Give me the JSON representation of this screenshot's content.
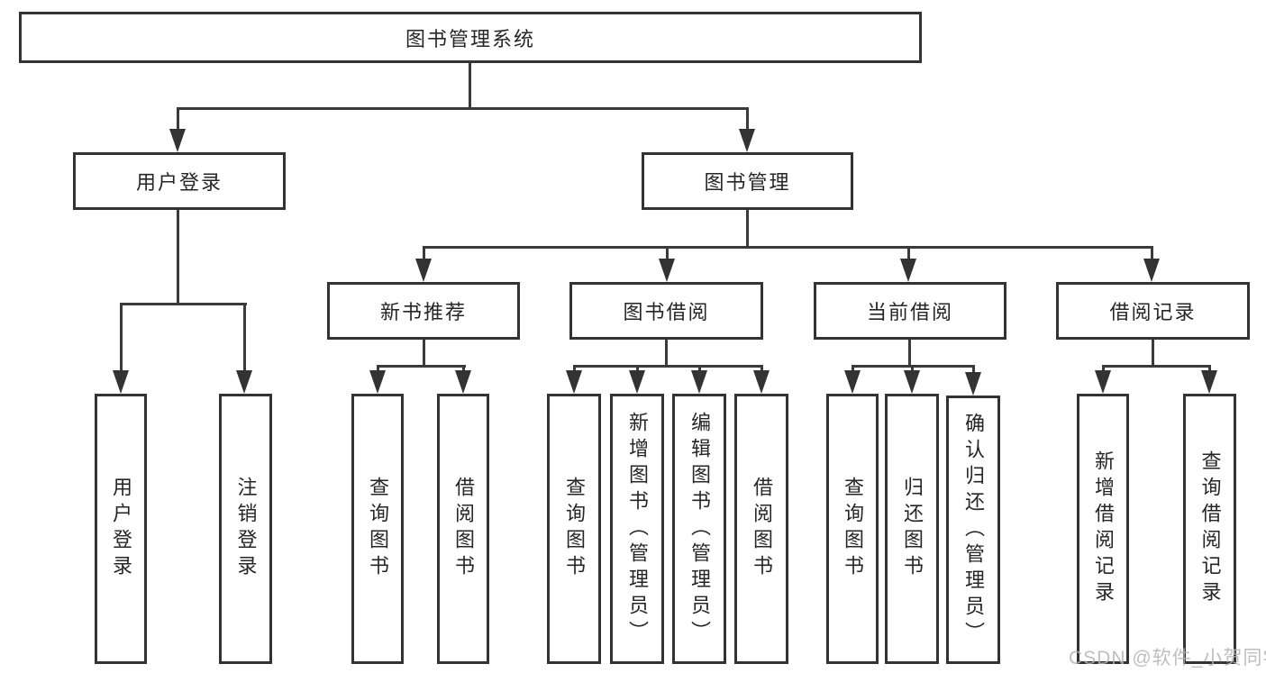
{
  "title": "图书管理系统",
  "branches": [
    {
      "label": "用户登录",
      "children": [
        {
          "label": "用户登录"
        },
        {
          "label": "注销登录"
        }
      ]
    },
    {
      "label": "图书管理",
      "children": [
        {
          "label": "新书推荐",
          "children": [
            {
              "label": "查询图书"
            },
            {
              "label": "借阅图书"
            }
          ]
        },
        {
          "label": "图书借阅",
          "children": [
            {
              "label": "查询图书"
            },
            {
              "label": "新增图书（管理员）"
            },
            {
              "label": "编辑图书（管理员）"
            },
            {
              "label": "借阅图书"
            }
          ]
        },
        {
          "label": "当前借阅",
          "children": [
            {
              "label": "查询图书"
            },
            {
              "label": "归还图书"
            },
            {
              "label": "确认归还（管理员）"
            }
          ]
        },
        {
          "label": "借阅记录",
          "children": [
            {
              "label": "新增借阅记录"
            },
            {
              "label": "查询借阅记录"
            }
          ]
        }
      ]
    }
  ],
  "watermark": "CSDN @软件_小贺同学",
  "colors": {
    "line": "#333333",
    "text": "#262626",
    "box_background": "#ffffff",
    "watermark": "#b3b3b3",
    "page_background": "#ffffff"
  }
}
